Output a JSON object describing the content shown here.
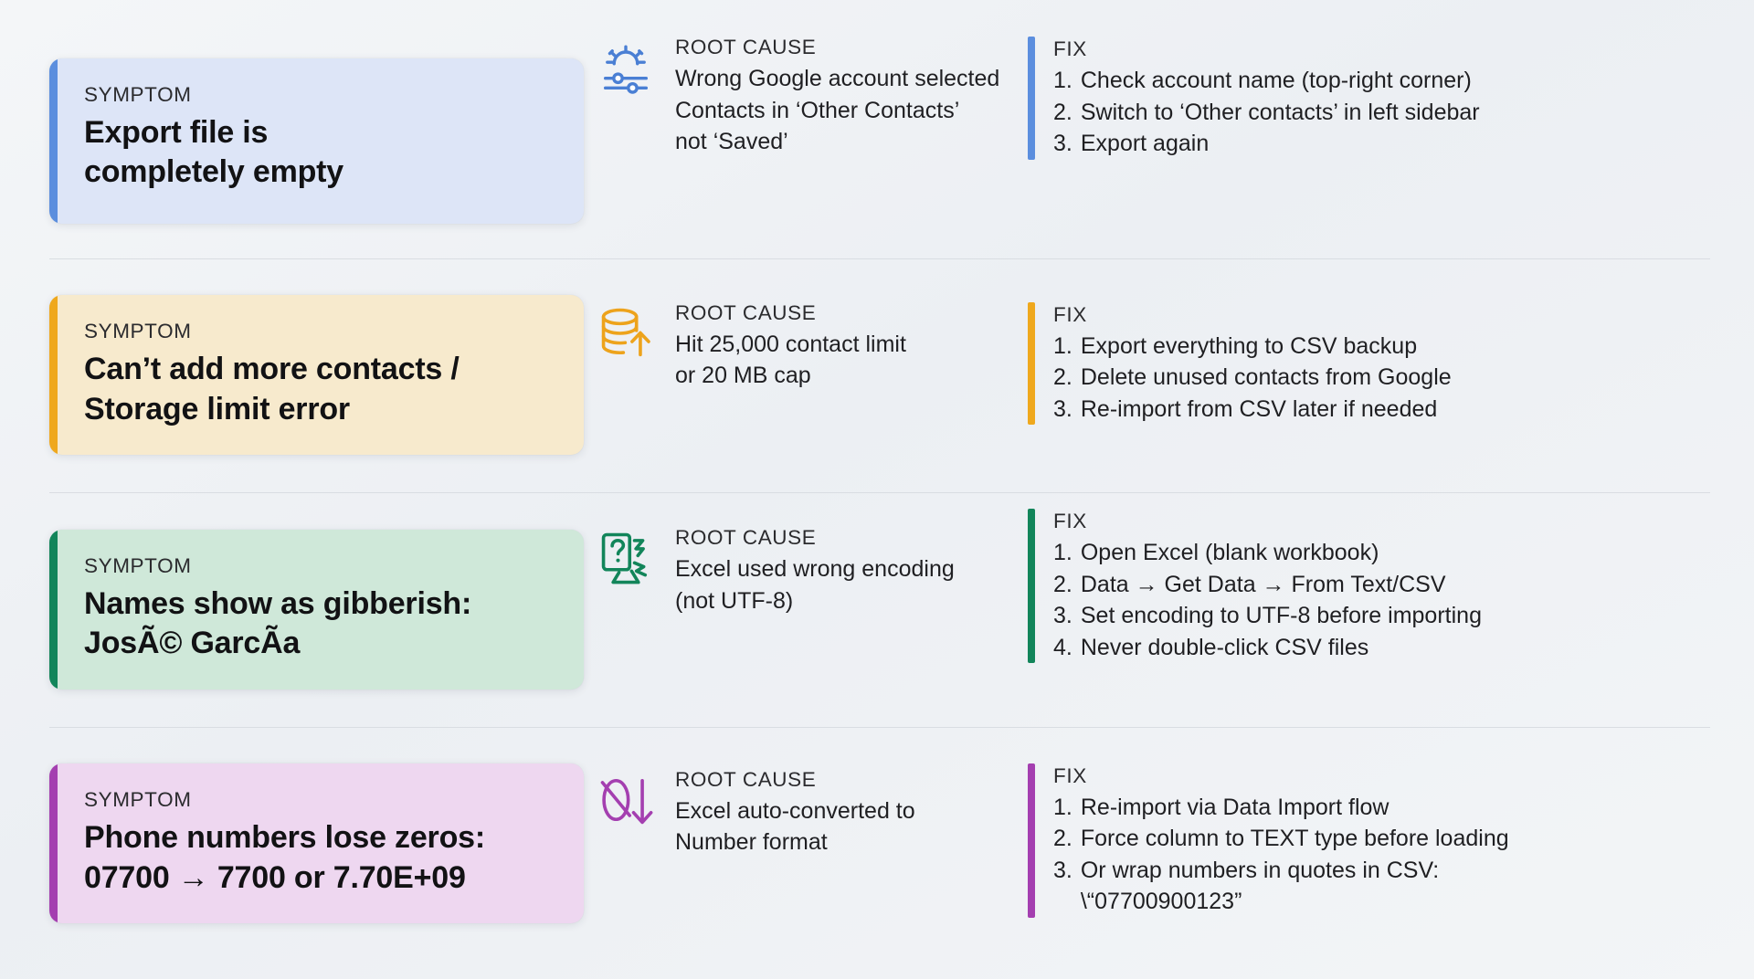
{
  "labels": {
    "symptom": "SYMPTOM",
    "root_cause": "ROOT CAUSE",
    "fix": "FIX"
  },
  "colors": {
    "blue_accent": "#5b8ede",
    "blue_card_bg": "#dde5f7",
    "amber_accent": "#efa81d",
    "amber_card_bg": "#f7eacd",
    "green_accent": "#12855a",
    "green_card_bg": "#cfe8d9",
    "purple_accent": "#a43fb0",
    "purple_card_bg": "#eed7f0",
    "page_bg": "#f1f3f6",
    "text": "#1c1c1e",
    "divider": "#d9dde2"
  },
  "rows": [
    {
      "accent": "#5b8ede",
      "card_bg": "#dde5f7",
      "symptom": "Export file is\ncompletely empty",
      "icon": "settings-sliders-icon",
      "cause": "Wrong Google account selected\nContacts in ‘Other Contacts’\nnot ‘Saved’",
      "fix_steps": [
        {
          "num": "1.",
          "text": "Check account name (top-right corner)"
        },
        {
          "num": "2.",
          "text": "Switch to ‘Other contacts’ in left sidebar"
        },
        {
          "num": "3.",
          "text": "Export again"
        }
      ]
    },
    {
      "accent": "#efa81d",
      "card_bg": "#f7eacd",
      "symptom": "Can’t add more contacts /\nStorage limit error",
      "icon": "database-upload-icon",
      "cause": "Hit 25,000 contact limit\nor 20 MB cap",
      "fix_steps": [
        {
          "num": "1.",
          "text": "Export everything to CSV backup"
        },
        {
          "num": "2.",
          "text": "Delete unused contacts from Google"
        },
        {
          "num": "3.",
          "text": "Re-import from CSV later if needed"
        }
      ]
    },
    {
      "accent": "#12855a",
      "card_bg": "#cfe8d9",
      "symptom": "Names show as gibberish:\nJosÃ© GarcÃ­a",
      "icon": "unknown-character-icon",
      "cause": "Excel used wrong encoding\n(not UTF-8)",
      "fix_steps": [
        {
          "num": "1.",
          "text": "Open Excel (blank workbook)"
        },
        {
          "num": "2.",
          "text": "Data → Get Data → From Text/CSV"
        },
        {
          "num": "3.",
          "text": "Set encoding to UTF-8 before importing"
        },
        {
          "num": "4.",
          "text": "Never double-click CSV files"
        }
      ]
    },
    {
      "accent": "#a43fb0",
      "card_bg": "#eed7f0",
      "symptom": "Phone numbers lose zeros:\n07700 → 7700 or 7.70E+09",
      "icon": "zero-stripped-down-arrow-icon",
      "cause": "Excel auto-converted to\nNumber format",
      "fix_steps": [
        {
          "num": "1.",
          "text": "Re-import via Data Import flow"
        },
        {
          "num": "2.",
          "text": "Force column to TEXT type before loading"
        },
        {
          "num": "3.",
          "text": "Or wrap numbers in quotes in CSV:\n\\“07700900123”"
        }
      ]
    }
  ]
}
